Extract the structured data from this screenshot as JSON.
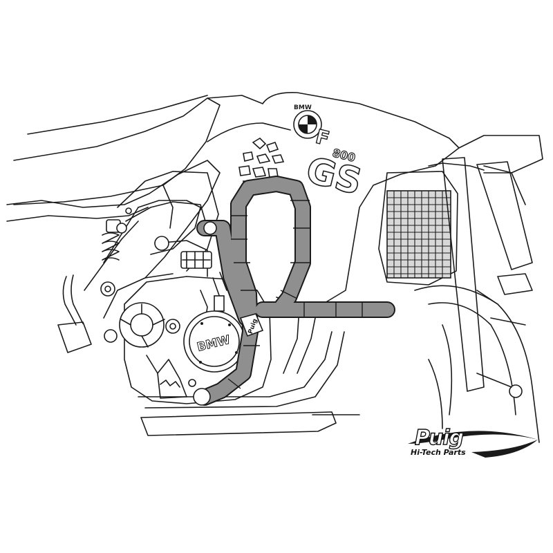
{
  "diagram": {
    "tank_badge": "BMW",
    "model_line1": "F",
    "model_line2": "800",
    "model_line3": "GS",
    "engine_cover": "BMW",
    "bar_logo": "Puig",
    "colors": {
      "line": "#1a1a1a",
      "bar": "#8f8f8f",
      "background": "#ffffff"
    }
  },
  "brand": {
    "name": "Puig",
    "tagline": "Hi-Tech Parts"
  }
}
